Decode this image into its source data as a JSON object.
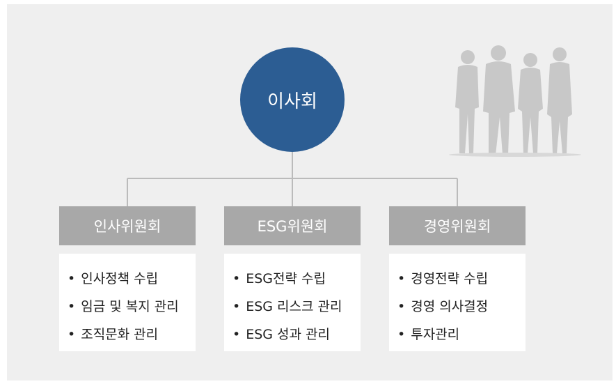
{
  "board": {
    "label": "이사회"
  },
  "committees": [
    {
      "name": "인사위원회",
      "duties": [
        "인사정책 수립",
        "임금 및 복지 관리",
        "조직문화 관리"
      ]
    },
    {
      "name": "ESG위원회",
      "duties": [
        "ESG전략 수립",
        "ESG 리스크 관리",
        "ESG 성과 관리"
      ]
    },
    {
      "name": "경영위원회",
      "duties": [
        "경영전략 수립",
        "경영 의사결정",
        "투자관리"
      ]
    }
  ],
  "colors": {
    "board": "#2c5d93",
    "committee_header": "#a8a8a8",
    "background": "#efefef",
    "connector": "#bbbbbb"
  },
  "icons": [
    "people-silhouette-icon"
  ]
}
